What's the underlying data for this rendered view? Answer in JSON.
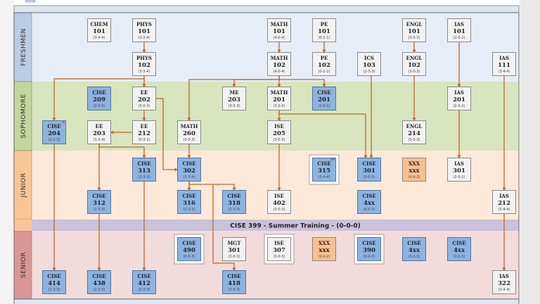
{
  "years": [
    {
      "id": "freshmen",
      "label": "FRESHMEN",
      "bg": "#e7edf6",
      "label_bg": "#b9cde5"
    },
    {
      "id": "sophomore",
      "label": "SOPHOMORE",
      "bg": "#d8e5be",
      "label_bg": "#c3d69b"
    },
    {
      "id": "junior",
      "label": "JUNIOR",
      "bg": "#fde9d9",
      "label_bg": "#f9c596"
    },
    {
      "id": "senior",
      "label": "SENIOR",
      "bg": "#f2dcdb",
      "label_bg": "#d99694"
    }
  ],
  "summer_training": {
    "label": "CISE 399 - Summer Training - (0-0-0)",
    "bg": "#ccc1da"
  },
  "colors": {
    "core": "#8db3e2",
    "core_border": "#4a6a98",
    "general": "#f2f2f2",
    "general_border": "#7f7f7f",
    "elective_other": "#fac090",
    "arrow": "#c0662a",
    "marker": "#e0203a"
  },
  "courses": [
    {
      "id": "chem101",
      "dept": "CHEM",
      "num": "101",
      "credits": "(3-4-4)",
      "type": "general"
    },
    {
      "id": "phys101",
      "dept": "PHYS",
      "num": "101",
      "credits": "(3-3-4)",
      "type": "general"
    },
    {
      "id": "math101",
      "dept": "MATH",
      "num": "101",
      "credits": "(4-0-4)",
      "type": "general"
    },
    {
      "id": "pe101",
      "dept": "PE",
      "num": "101",
      "credits": "(0-2-1)",
      "type": "general"
    },
    {
      "id": "engl101",
      "dept": "ENGL",
      "num": "101",
      "credits": "(3-0-3)",
      "type": "general"
    },
    {
      "id": "ias101",
      "dept": "IAS",
      "num": "101",
      "credits": "(2-0-2)",
      "type": "general"
    },
    {
      "id": "phys102",
      "dept": "PHYS",
      "num": "102",
      "credits": "(3-3-4)",
      "type": "general"
    },
    {
      "id": "math102",
      "dept": "MATH",
      "num": "102",
      "credits": "(4-0-4)",
      "type": "general"
    },
    {
      "id": "pe102",
      "dept": "PE",
      "num": "102",
      "credits": "(0-2-1)",
      "type": "general"
    },
    {
      "id": "ics103",
      "dept": "ICS",
      "num": "103",
      "credits": "(2-3-3)",
      "type": "general"
    },
    {
      "id": "engl102",
      "dept": "ENGL",
      "num": "102",
      "credits": "(3-0-3)",
      "type": "general"
    },
    {
      "id": "ias111",
      "dept": "IAS",
      "num": "111",
      "credits": "(3-4-4)",
      "type": "general"
    },
    {
      "id": "cise209",
      "dept": "CISE",
      "num": "209",
      "credits": "(2-0-2)",
      "type": "core"
    },
    {
      "id": "ee202",
      "dept": "EE",
      "num": "202",
      "credits": "(3-0-3)",
      "type": "general"
    },
    {
      "id": "me203",
      "dept": "ME",
      "num": "203",
      "credits": "(3-0-3)",
      "type": "general"
    },
    {
      "id": "math201",
      "dept": "MATH",
      "num": "201",
      "credits": "(3-0-3)",
      "type": "general"
    },
    {
      "id": "cise201",
      "dept": "CISE",
      "num": "201",
      "credits": "(1-0-1)",
      "type": "core"
    },
    {
      "id": "ias201",
      "dept": "IAS",
      "num": "201",
      "credits": "(2-0-2)",
      "type": "general"
    },
    {
      "id": "cise204",
      "dept": "CISE",
      "num": "204",
      "credits": "(2-2-3)",
      "type": "core",
      "marks": 1
    },
    {
      "id": "ee203",
      "dept": "EE",
      "num": "203",
      "credits": "(3-3-4)",
      "type": "general"
    },
    {
      "id": "ee212",
      "dept": "EE",
      "num": "212",
      "credits": "(0-3-1)",
      "type": "general"
    },
    {
      "id": "math260",
      "dept": "MATH",
      "num": "260",
      "credits": "(3-0-3)",
      "type": "general"
    },
    {
      "id": "ise205",
      "dept": "ISE",
      "num": "205",
      "credits": "(3-0-3)",
      "type": "general"
    },
    {
      "id": "engl214",
      "dept": "ENGL",
      "num": "214",
      "credits": "(3-0-3)",
      "type": "general"
    },
    {
      "id": "cise313",
      "dept": "CISE",
      "num": "313",
      "credits": "(2-3-3)",
      "type": "core"
    },
    {
      "id": "cise302",
      "dept": "CISE",
      "num": "302",
      "credits": "(3-3-4)",
      "type": "core"
    },
    {
      "id": "cise315",
      "dept": "CISE",
      "num": "315",
      "credits": "(3-4-4)",
      "type": "core",
      "framed": true,
      "marks": 2
    },
    {
      "id": "cise301",
      "dept": "CISE",
      "num": "301",
      "credits": "(3-0-3)",
      "type": "core"
    },
    {
      "id": "xxx-j",
      "dept": "XXX",
      "num": "xxx",
      "credits": "(X-X-2)",
      "type": "elective_other"
    },
    {
      "id": "ias301",
      "dept": "IAS",
      "num": "301",
      "credits": "(2-0-2)",
      "type": "general"
    },
    {
      "id": "cise312",
      "dept": "CISE",
      "num": "312",
      "credits": "(2-3-3)",
      "type": "core"
    },
    {
      "id": "cise316",
      "dept": "CISE",
      "num": "316",
      "credits": "(2-3-3)",
      "type": "core"
    },
    {
      "id": "cise318",
      "dept": "CISE",
      "num": "318",
      "credits": "(2-3-3)",
      "type": "core"
    },
    {
      "id": "ise402",
      "dept": "ISE",
      "num": "402",
      "credits": "(3-0-3)",
      "type": "general"
    },
    {
      "id": "cise4xx-j",
      "dept": "CISE",
      "num": "4xx",
      "credits": "(X-X-3)",
      "type": "core"
    },
    {
      "id": "ias212",
      "dept": "IAS",
      "num": "212",
      "credits": "(3-4-4)",
      "type": "general"
    },
    {
      "id": "cise490",
      "dept": "CISE",
      "num": "490",
      "credits": "(0-6-3)",
      "type": "core",
      "framed": true
    },
    {
      "id": "mgt301",
      "dept": "MGT",
      "num": "301",
      "credits": "(3-0-3)",
      "type": "general"
    },
    {
      "id": "ise307",
      "dept": "ISE",
      "num": "307",
      "credits": "(3-0-3)",
      "type": "general",
      "framed": true
    },
    {
      "id": "xxx-s",
      "dept": "XXX",
      "num": "xxx",
      "credits": "(X-X-2)",
      "type": "elective_other"
    },
    {
      "id": "cise390",
      "dept": "CISE",
      "num": "390",
      "credits": "(0-0-0)",
      "type": "core",
      "framed": true
    },
    {
      "id": "cise4xx-s1",
      "dept": "CISE",
      "num": "4xx",
      "credits": "(X-X-3)",
      "type": "core"
    },
    {
      "id": "cise4xx-s2",
      "dept": "CISE",
      "num": "4xx",
      "credits": "(X-X-3)",
      "type": "core"
    },
    {
      "id": "cise414",
      "dept": "CISE",
      "num": "414",
      "credits": "(2-3-3)",
      "type": "core"
    },
    {
      "id": "cise438",
      "dept": "CISE",
      "num": "438",
      "credits": "(2-3-3)",
      "type": "core"
    },
    {
      "id": "cise412",
      "dept": "CISE",
      "num": "412",
      "credits": "(2-3-3)",
      "type": "core"
    },
    {
      "id": "cise418",
      "dept": "CISE",
      "num": "418",
      "credits": "(3-0-3)",
      "type": "core"
    },
    {
      "id": "ias322",
      "dept": "IAS",
      "num": "322",
      "credits": "(3-4-4)",
      "type": "general"
    }
  ],
  "prerequisites": [
    [
      "phys101",
      "phys102"
    ],
    [
      "phys102",
      "ee202"
    ],
    [
      "phys102",
      "cise204"
    ],
    [
      "ee202",
      "ee212"
    ],
    [
      "ee212",
      "ee203"
    ],
    [
      "ee202",
      "cise302"
    ],
    [
      "ee203",
      "cise312"
    ],
    [
      "ee203",
      "cise313"
    ],
    [
      "cise204",
      "cise414"
    ],
    [
      "cise312",
      "cise438"
    ],
    [
      "cise313",
      "cise412"
    ],
    [
      "math101",
      "math102"
    ],
    [
      "math102",
      "math201"
    ],
    [
      "math102",
      "math260"
    ],
    [
      "math102",
      "me203"
    ],
    [
      "math102",
      "cise201"
    ],
    [
      "math260",
      "cise302"
    ],
    [
      "math201",
      "ise205"
    ],
    [
      "math201",
      "cise301"
    ],
    [
      "ics103",
      "cise301"
    ],
    [
      "ise205",
      "ise402"
    ],
    [
      "cise302",
      "cise316"
    ],
    [
      "cise302",
      "cise318"
    ],
    [
      "cise302",
      "cise418"
    ],
    [
      "pe101",
      "pe102"
    ],
    [
      "engl101",
      "engl102"
    ],
    [
      "engl102",
      "engl214"
    ],
    [
      "ias101",
      "ias201"
    ],
    [
      "ias201",
      "ias301"
    ],
    [
      "ias111",
      "ias212"
    ],
    [
      "ias212",
      "ias322"
    ]
  ]
}
